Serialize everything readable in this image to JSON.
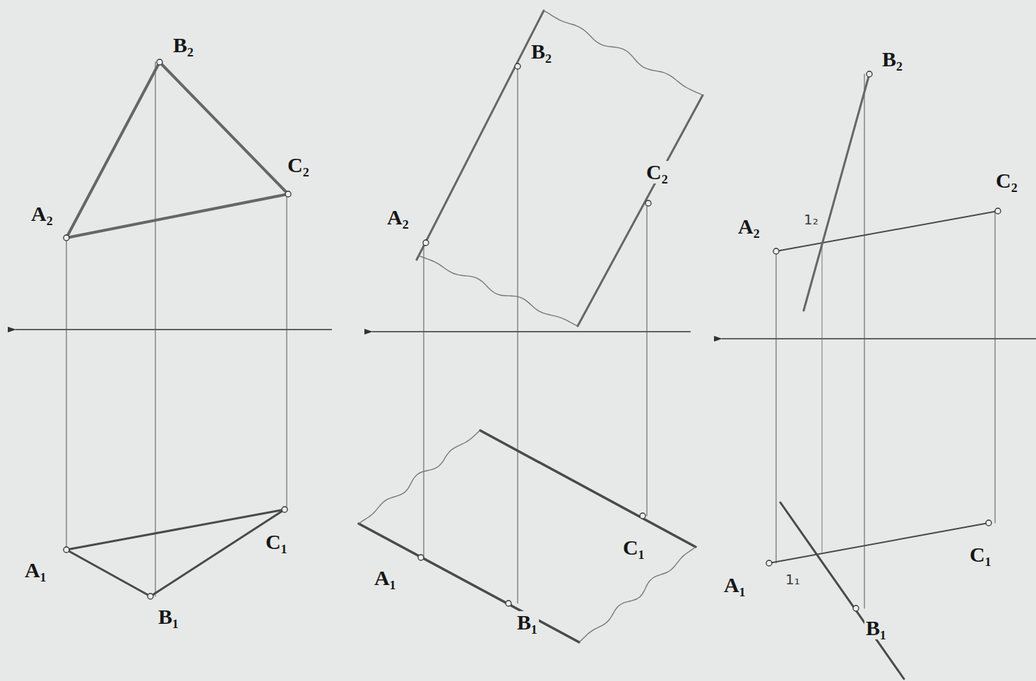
{
  "diagram": {
    "labels": [
      "B₂",
      "C₂",
      "A₂",
      "A₁",
      "B₁",
      "C₁",
      "B₂",
      "C₂",
      "A₂",
      "A₁",
      "B₁",
      "C₁",
      "B₂",
      "C₂",
      "A₂",
      "1₂",
      "A₁",
      "1₁",
      "B₁",
      "C₁"
    ]
  }
}
